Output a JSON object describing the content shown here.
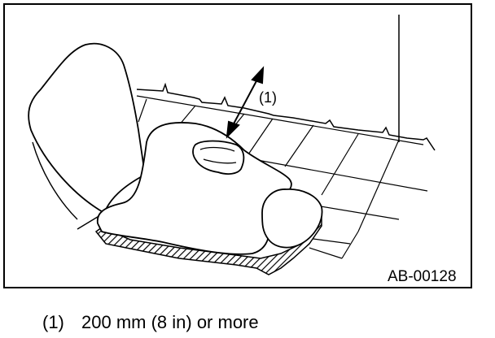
{
  "figure": {
    "callout_marker": "(1)",
    "figure_id": "AB-00128"
  },
  "legend": {
    "items": [
      {
        "number": "(1)",
        "text": "200 mm (8 in) or more"
      }
    ]
  }
}
